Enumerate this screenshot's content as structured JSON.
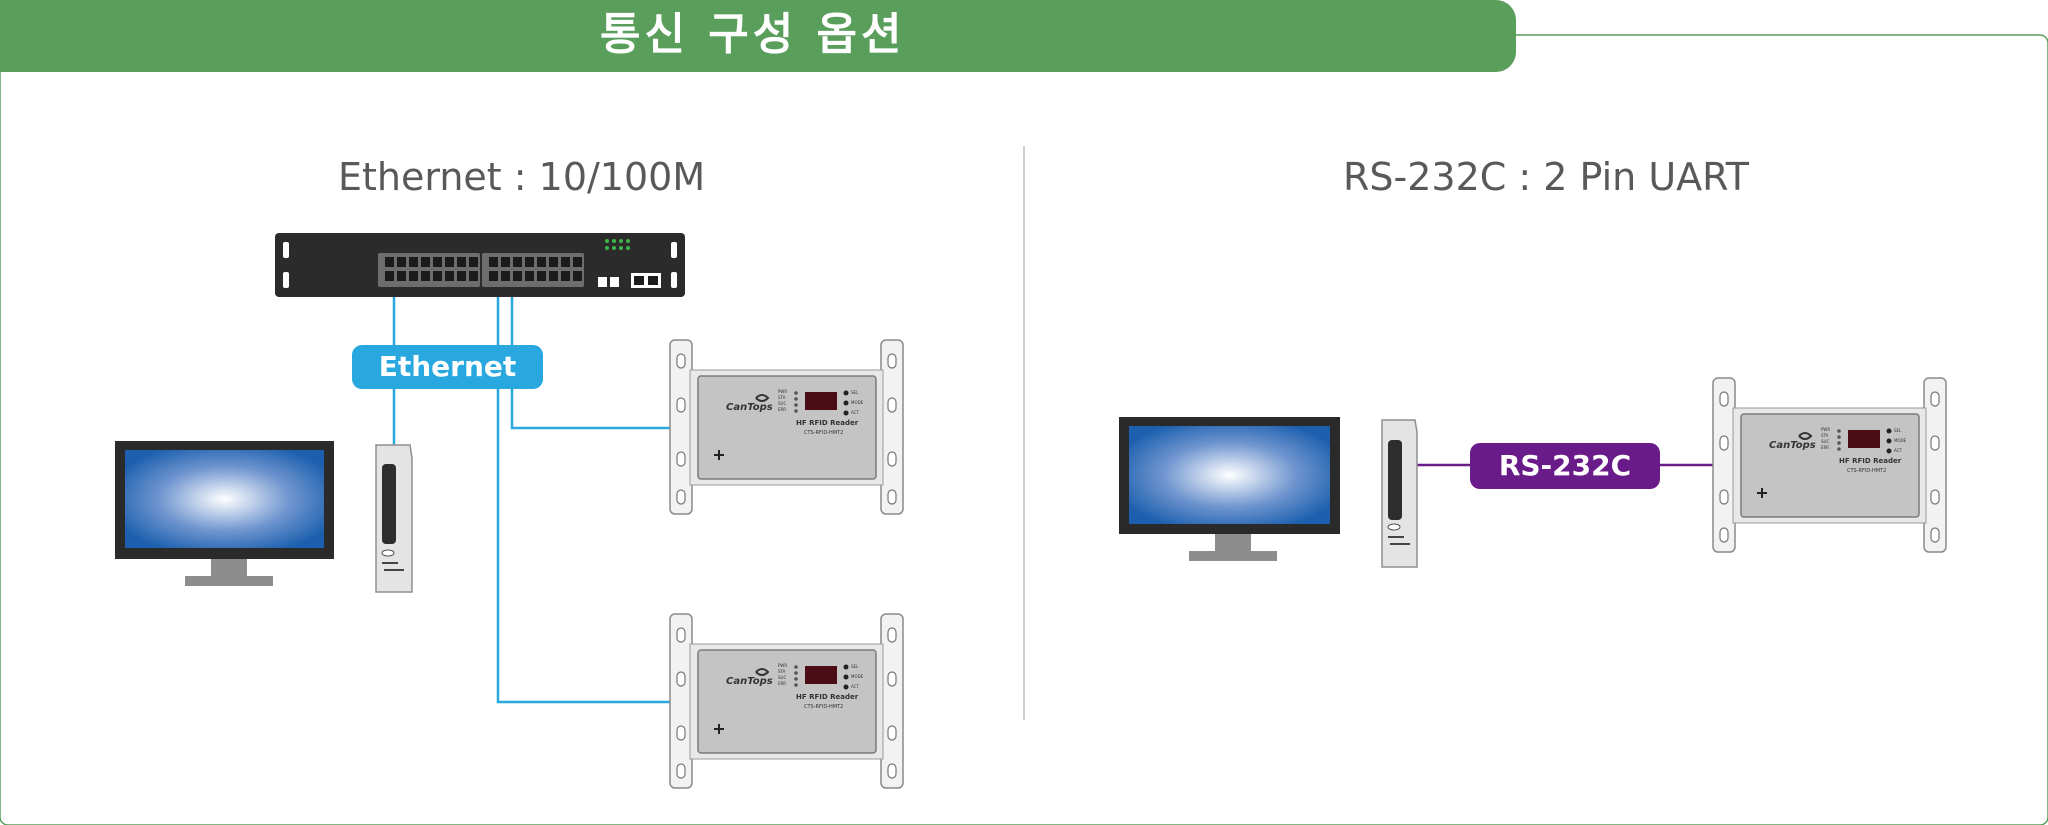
{
  "header": {
    "title": "통신 구성 옵션",
    "accent_color": "#5a9e5c"
  },
  "ethernet_section": {
    "title": "Ethernet : 10/100M",
    "link_label": "Ethernet",
    "link_color": "#29a8e0"
  },
  "serial_section": {
    "title": "RS-232C : 2 Pin UART",
    "link_label": "RS-232C",
    "link_color": "#6a1b8a"
  },
  "devices": {
    "switch": {
      "icon": "network-switch-icon"
    },
    "monitor": {
      "icon": "monitor-icon"
    },
    "pc_tower": {
      "icon": "pc-tower-icon"
    },
    "reader": {
      "icon": "rfid-reader-icon",
      "brand": "CanTops",
      "product": "HF RFID Reader",
      "model": "CTS-RFID-HMT2",
      "leds_left": [
        "PWR",
        "STA",
        "SUC",
        "ERR"
      ],
      "leds_right": [
        "SEL",
        "MODE",
        "ACT"
      ]
    }
  }
}
